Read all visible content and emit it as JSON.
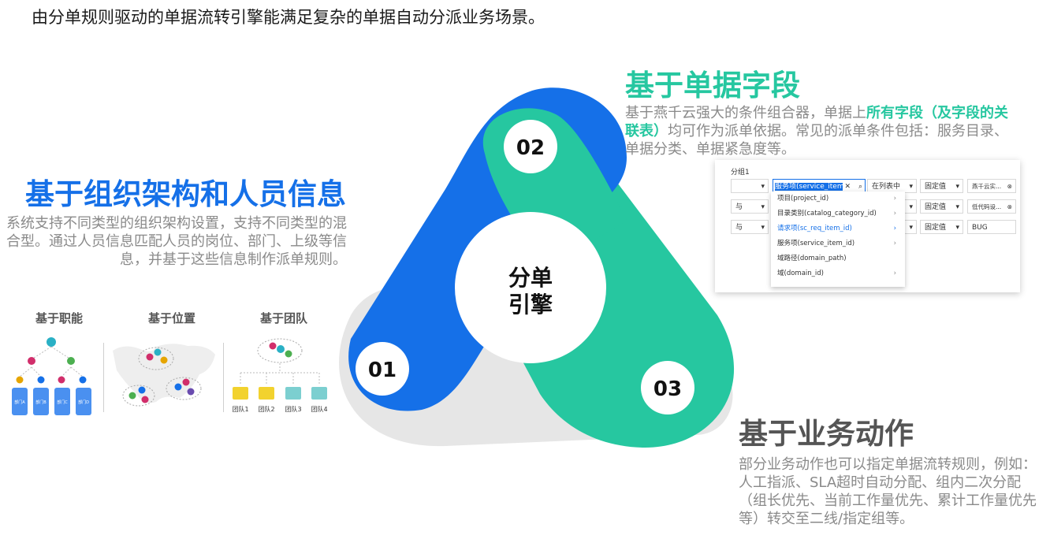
{
  "intro": "由分单规则驱动的单据流转引擎能满足复杂的单据自动分派业务场景。",
  "center": {
    "line1": "分单",
    "line2": "引擎"
  },
  "badges": {
    "b01": "01",
    "b02": "02",
    "b03": "03"
  },
  "colors": {
    "blue": "#1570e8",
    "green": "#26c7a0",
    "gray": "#e6e6e6"
  },
  "org": {
    "title": "基于组织架构和人员信息",
    "desc": "系统支持不同类型的组织架构设置，支持不同类型的混合型。通过人员信息匹配人员的岗位、部门、上级等信息，并基于这些信息制作派单规则。",
    "panels": {
      "function": {
        "title": "基于职能",
        "depts": [
          "部门A",
          "部门B",
          "部门C",
          "部门D"
        ]
      },
      "location": {
        "title": "基于位置"
      },
      "team": {
        "title": "基于团队",
        "teams": [
          "团队1",
          "团队2",
          "团队3",
          "团队4"
        ]
      }
    }
  },
  "field": {
    "title": "基于单据字段",
    "desc_pre": "基于燕千云强大的条件组合器，单据上",
    "desc_highlight": "所有字段（及字段的关联表）",
    "desc_post": "均可作为派单依据。常见的派单条件包括：服务目录、单据分类、单据紧急度等。",
    "ui": {
      "group_label": "分组1",
      "rows": [
        {
          "logic": "",
          "field": "服务项(service_item_i",
          "op": "在列表中",
          "vtype": "固定值",
          "value": "燕千云实..."
        },
        {
          "logic": "与",
          "field": "",
          "op": "",
          "vtype": "固定值",
          "value": "低代码设..."
        },
        {
          "logic": "与",
          "field": "",
          "op": "",
          "vtype": "固定值",
          "value": "BUG"
        }
      ],
      "dropdown": [
        "项目(project_id)",
        "目录类别(catalog_category_id)",
        "请求项(sc_req_item_id)",
        "服务项(service_item_id)",
        "域路径(domain_path)",
        "域(domain_id)"
      ]
    }
  },
  "action": {
    "title": "基于业务动作",
    "desc": "部分业务动作也可以指定单据流转规则，例如：人工指派、SLA超时自动分配、组内二次分配（组长优先、当前工作量优先、累计工作量优先等）转交至二线/指定组等。"
  }
}
